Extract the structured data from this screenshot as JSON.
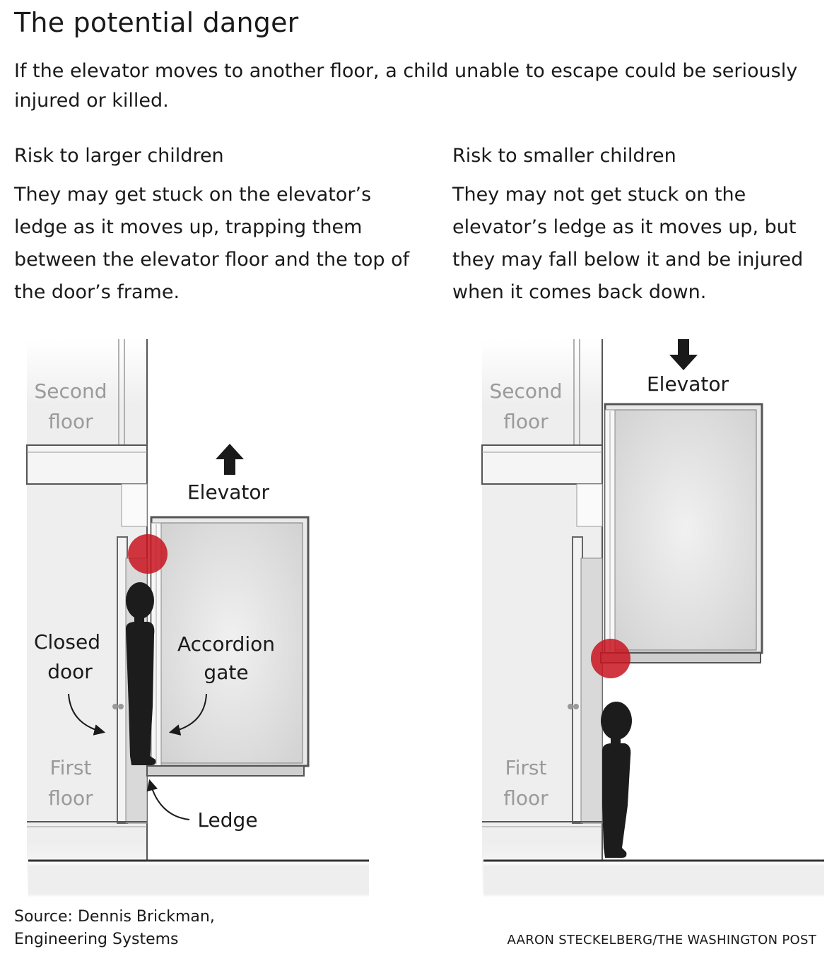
{
  "title": "The potential danger",
  "subtitle": "If the elevator moves to another floor, a child unable to escape could be seriously injured or killed.",
  "left_panel": {
    "heading": "Risk to larger children",
    "body": "They may get stuck on the elevator’s ledge as it moves up, trapping them between the elevator floor and the top of the door’s frame.",
    "labels": {
      "second_floor": [
        "Second",
        "floor"
      ],
      "first_floor": [
        "First",
        "floor"
      ],
      "elevator": "Elevator",
      "closed_door": [
        "Closed",
        "door"
      ],
      "accordion_gate": [
        "Accordion",
        "gate"
      ],
      "ledge": "Ledge"
    },
    "elevator_direction": "up"
  },
  "right_panel": {
    "heading": "Risk to smaller children",
    "body": "They may not get stuck on the elevator’s ledge as it moves up, but they may fall below it and be injured when it comes back down.",
    "labels": {
      "second_floor": [
        "Second",
        "floor"
      ],
      "first_floor": [
        "First",
        "floor"
      ],
      "elevator": "Elevator"
    },
    "elevator_direction": "down"
  },
  "source": [
    "Source: Dennis Brickman,",
    "Engineering Systems"
  ],
  "credit": "AARON STECKELBERG/THE WASHINGTON POST",
  "colors": {
    "danger_marker": "#c8141e",
    "silhouette": "#1c1c1c",
    "wall": "#e9e9e9",
    "elevator_fill": "#dcdcdc",
    "outline": "#555555"
  }
}
